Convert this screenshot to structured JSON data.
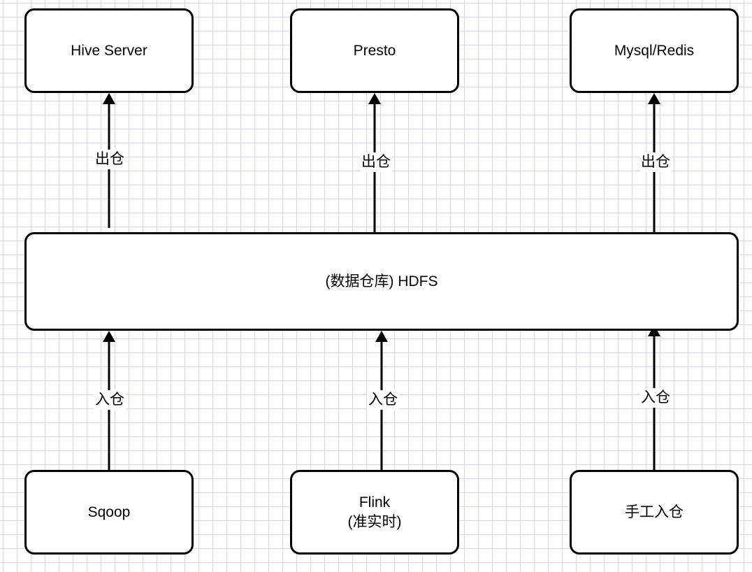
{
  "diagram": {
    "sinks": {
      "hive": "Hive Server",
      "presto": "Presto",
      "mysql_redis": "Mysql/Redis"
    },
    "warehouse": "(数据仓库) HDFS",
    "sources": {
      "sqoop": "Sqoop",
      "flink_line1": "Flink",
      "flink_line2": "(准实时)",
      "manual": "手工入仓"
    },
    "edge_labels": {
      "out_1": "出仓",
      "out_2": "出仓",
      "out_3": "出仓",
      "in_1": "入仓",
      "in_2": "入仓",
      "in_3": "入仓"
    },
    "colors": {
      "stroke": "#000000",
      "node_fill": "#ffffff",
      "grid": "#d6d6e6"
    }
  }
}
